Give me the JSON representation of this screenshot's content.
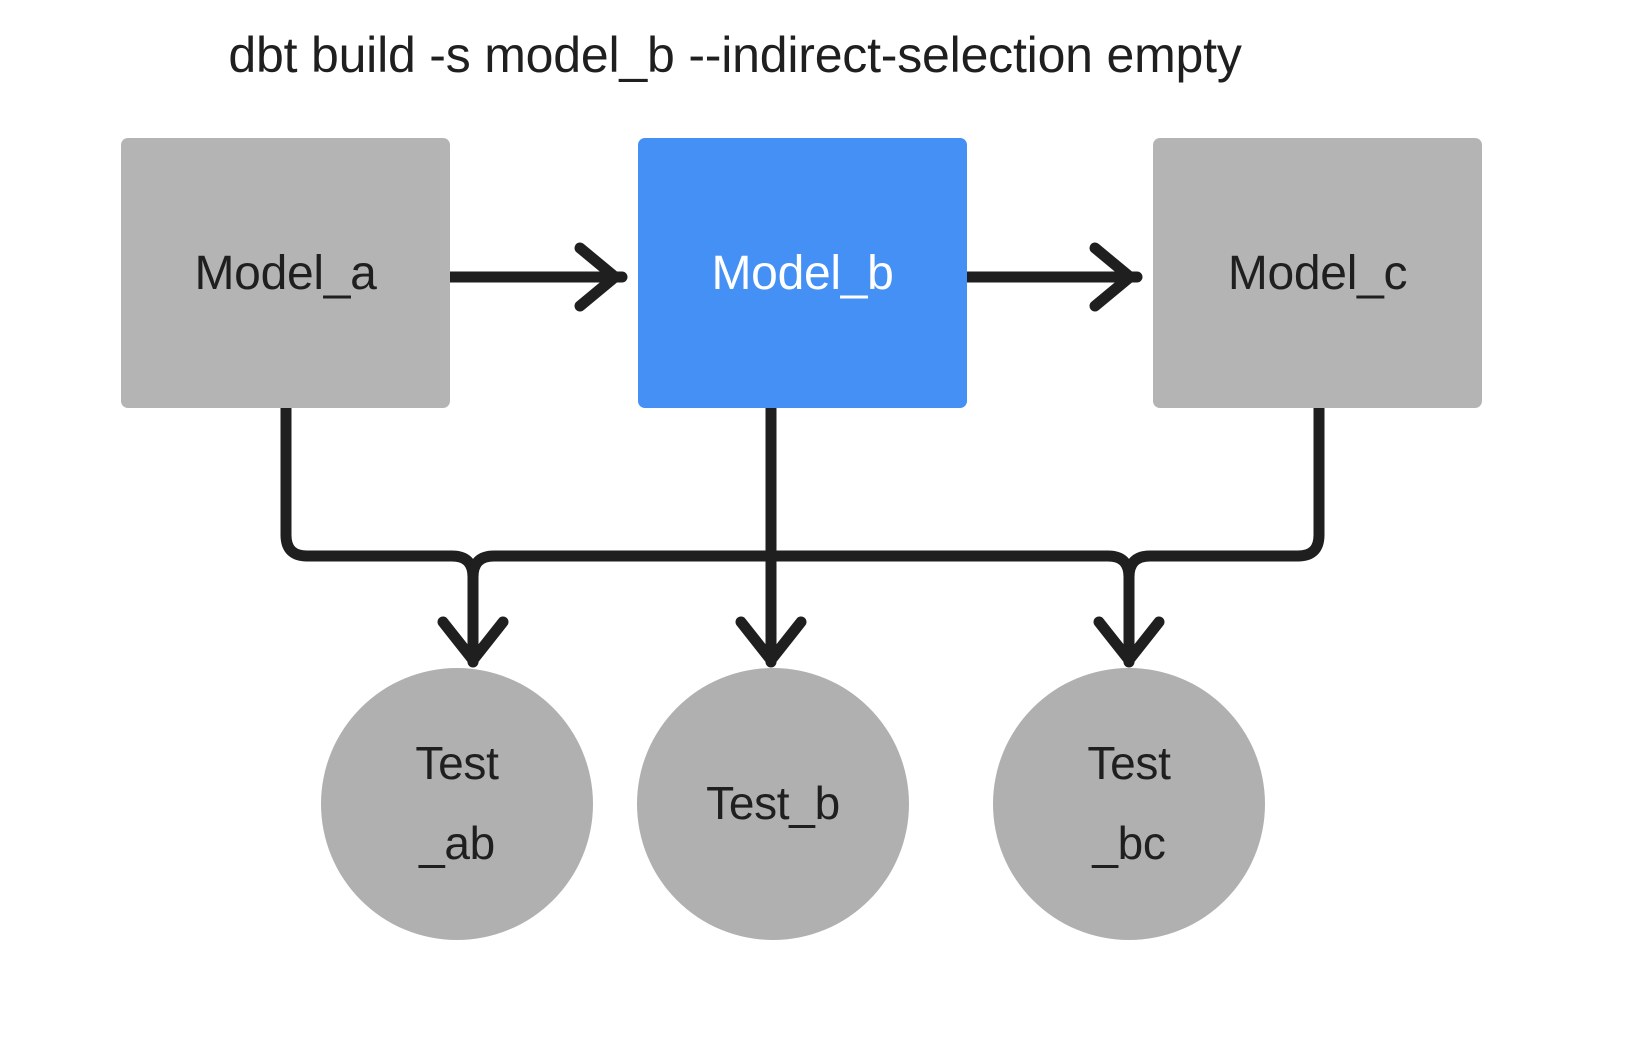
{
  "diagram": {
    "title": "dbt build -s model_b --indirect-selection empty",
    "type": "dag",
    "colors": {
      "selected": "#4590f5",
      "unselected": "#b4b4b4",
      "test_node": "#b0b0b0",
      "edge": "#1f1f1f",
      "background": "#ffffff",
      "selected_text": "#ffffff",
      "default_text": "#1f1f1f"
    },
    "models": [
      {
        "id": "model_a",
        "label": "Model_a",
        "state": "unselected",
        "shape": "rect"
      },
      {
        "id": "model_b",
        "label": "Model_b",
        "state": "selected",
        "shape": "rect"
      },
      {
        "id": "model_c",
        "label": "Model_c",
        "state": "unselected",
        "shape": "rect"
      }
    ],
    "tests": [
      {
        "id": "test_ab",
        "label_line1": "Test",
        "label_line2": "_ab",
        "shape": "circle"
      },
      {
        "id": "test_b",
        "label_line1": "Test_b",
        "label_line2": "",
        "shape": "circle"
      },
      {
        "id": "test_bc",
        "label_line1": "Test",
        "label_line2": "_bc",
        "shape": "circle"
      }
    ],
    "edges": [
      {
        "from": "model_a",
        "to": "model_b",
        "style": "arrow"
      },
      {
        "from": "model_b",
        "to": "model_c",
        "style": "arrow"
      },
      {
        "from": "model_a",
        "to": "test_ab",
        "style": "arrow"
      },
      {
        "from": "model_b",
        "to": "test_ab",
        "style": "arrow"
      },
      {
        "from": "model_b",
        "to": "test_b",
        "style": "arrow"
      },
      {
        "from": "model_b",
        "to": "test_bc",
        "style": "arrow"
      },
      {
        "from": "model_c",
        "to": "test_bc",
        "style": "arrow"
      }
    ]
  }
}
